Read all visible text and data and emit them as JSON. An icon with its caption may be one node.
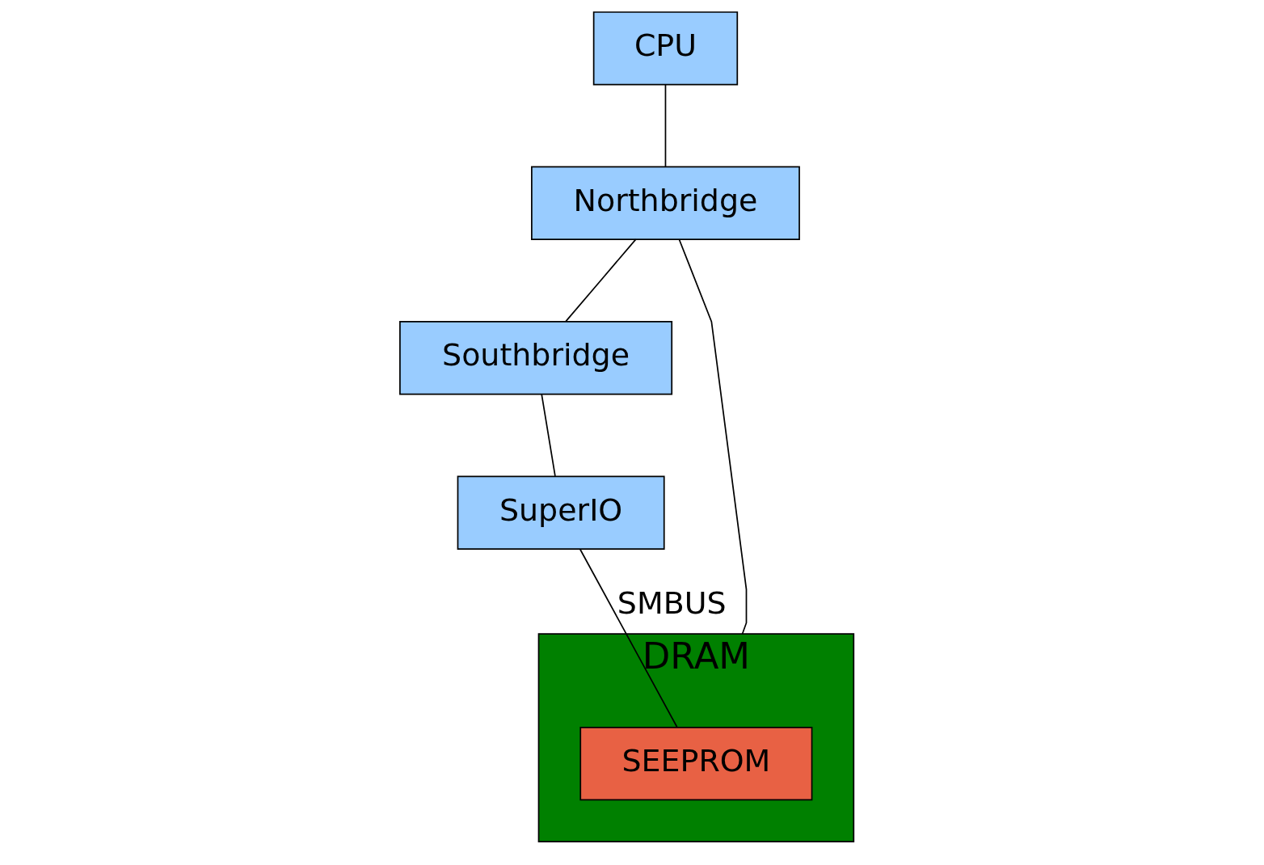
{
  "diagram": {
    "nodes": [
      {
        "text": [
          "CPU"
        ]
      },
      {
        "text": [
          "Northbridge"
        ]
      },
      {
        "text": [
          "Southbridge"
        ]
      },
      {
        "text": [
          "SuperIO"
        ]
      },
      {
        "text": [
          "DRAM"
        ]
      },
      {
        "text": [
          "SEEPROM"
        ],
        "in": 4
      }
    ],
    "edges": [
      {
        "from": 0,
        "to": 1,
        "arrow": "none"
      },
      {
        "from": 1,
        "to": 2,
        "arrow": "none"
      },
      {
        "from": 2,
        "to": 3,
        "arrow": "none"
      },
      {
        "from": 1,
        "to": 4,
        "arrow": "none"
      },
      {
        "from": 3,
        "to": 5,
        "arrow": "none",
        "label": "SMBUS"
      }
    ]
  }
}
